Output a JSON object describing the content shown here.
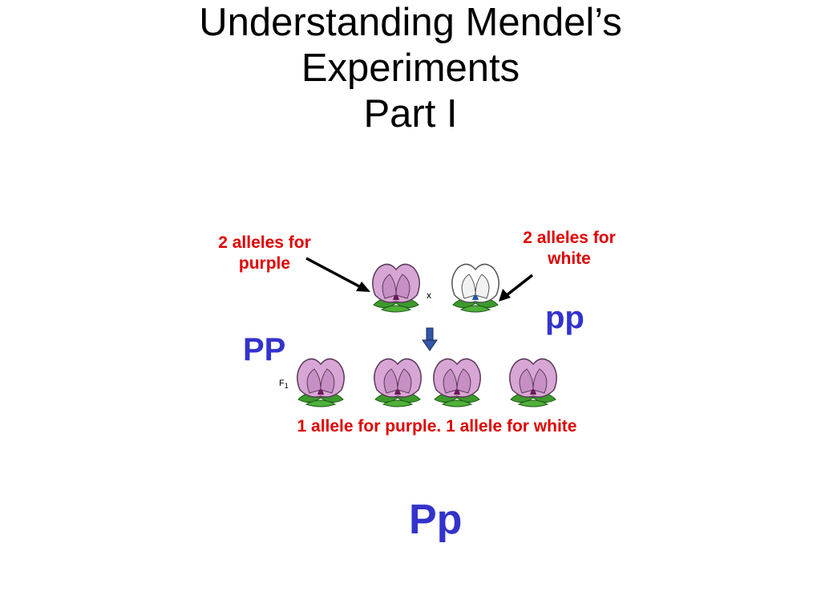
{
  "title": {
    "line1": "Understanding Mendel’s",
    "line2": "Experiments",
    "line3": "Part I"
  },
  "labels": {
    "purple_parent": "2 alleles for purple",
    "white_parent": "2 alleles for white",
    "offspring": "1 allele for purple. 1 allele for white"
  },
  "genotypes": {
    "purple_parent": "PP",
    "white_parent": "pp",
    "offspring": "Pp"
  },
  "cross_symbol": "x",
  "generation_label": "F",
  "generation_index": "1",
  "colors": {
    "label_red": "#e00000",
    "genotype_blue": "#3333cc",
    "purple_petal": "#d8a6d4",
    "white_petal": "#ffffff",
    "leaf_green": "#3c9a2c",
    "arrow_blue": "#3355aa"
  }
}
